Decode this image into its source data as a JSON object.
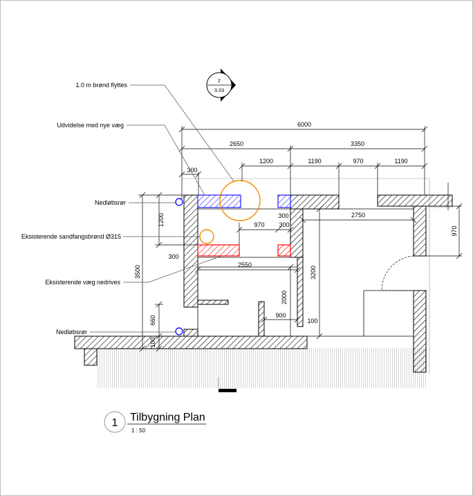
{
  "callouts": {
    "brond_flyttes": "1.0 m brønd flyttes",
    "udvidelse": "Udvidelse med nye væg",
    "nedlob_top": "Nedløbsrør",
    "sandfang": "Eksisterende sandfangsbrønd Ø315",
    "vaeg_nedrives": "Eksisterende væg nedrives",
    "nedlob_bottom": "Nedløbsrør"
  },
  "section_marker": {
    "number": "2",
    "sheet": "S.03"
  },
  "dimensions": {
    "overall": "6000",
    "left_part": "2650",
    "right_part": "3350",
    "d1200": "1200",
    "d1190a": "1190",
    "d970top": "970",
    "d1190b": "1190",
    "d300a": "300",
    "d2750": "2750",
    "d970inner": "970",
    "d300b": "300",
    "d300c": "300",
    "d300d": "300",
    "d2550": "2550",
    "d1200v": "1200",
    "d3500": "3500",
    "d660": "660",
    "d100a": "100",
    "d3200": "3200",
    "d2000": "2000",
    "d900": "900",
    "d100b": "100",
    "d970right": "970"
  },
  "view_title": {
    "number": "1",
    "name": "Tilbygning Plan",
    "scale": "1 : 50"
  },
  "colors": {
    "line": "#000000",
    "new_wall": "#1a1aff",
    "demolish": "#ff0000",
    "well": "#f28c00",
    "callout_leader": "#555555"
  }
}
